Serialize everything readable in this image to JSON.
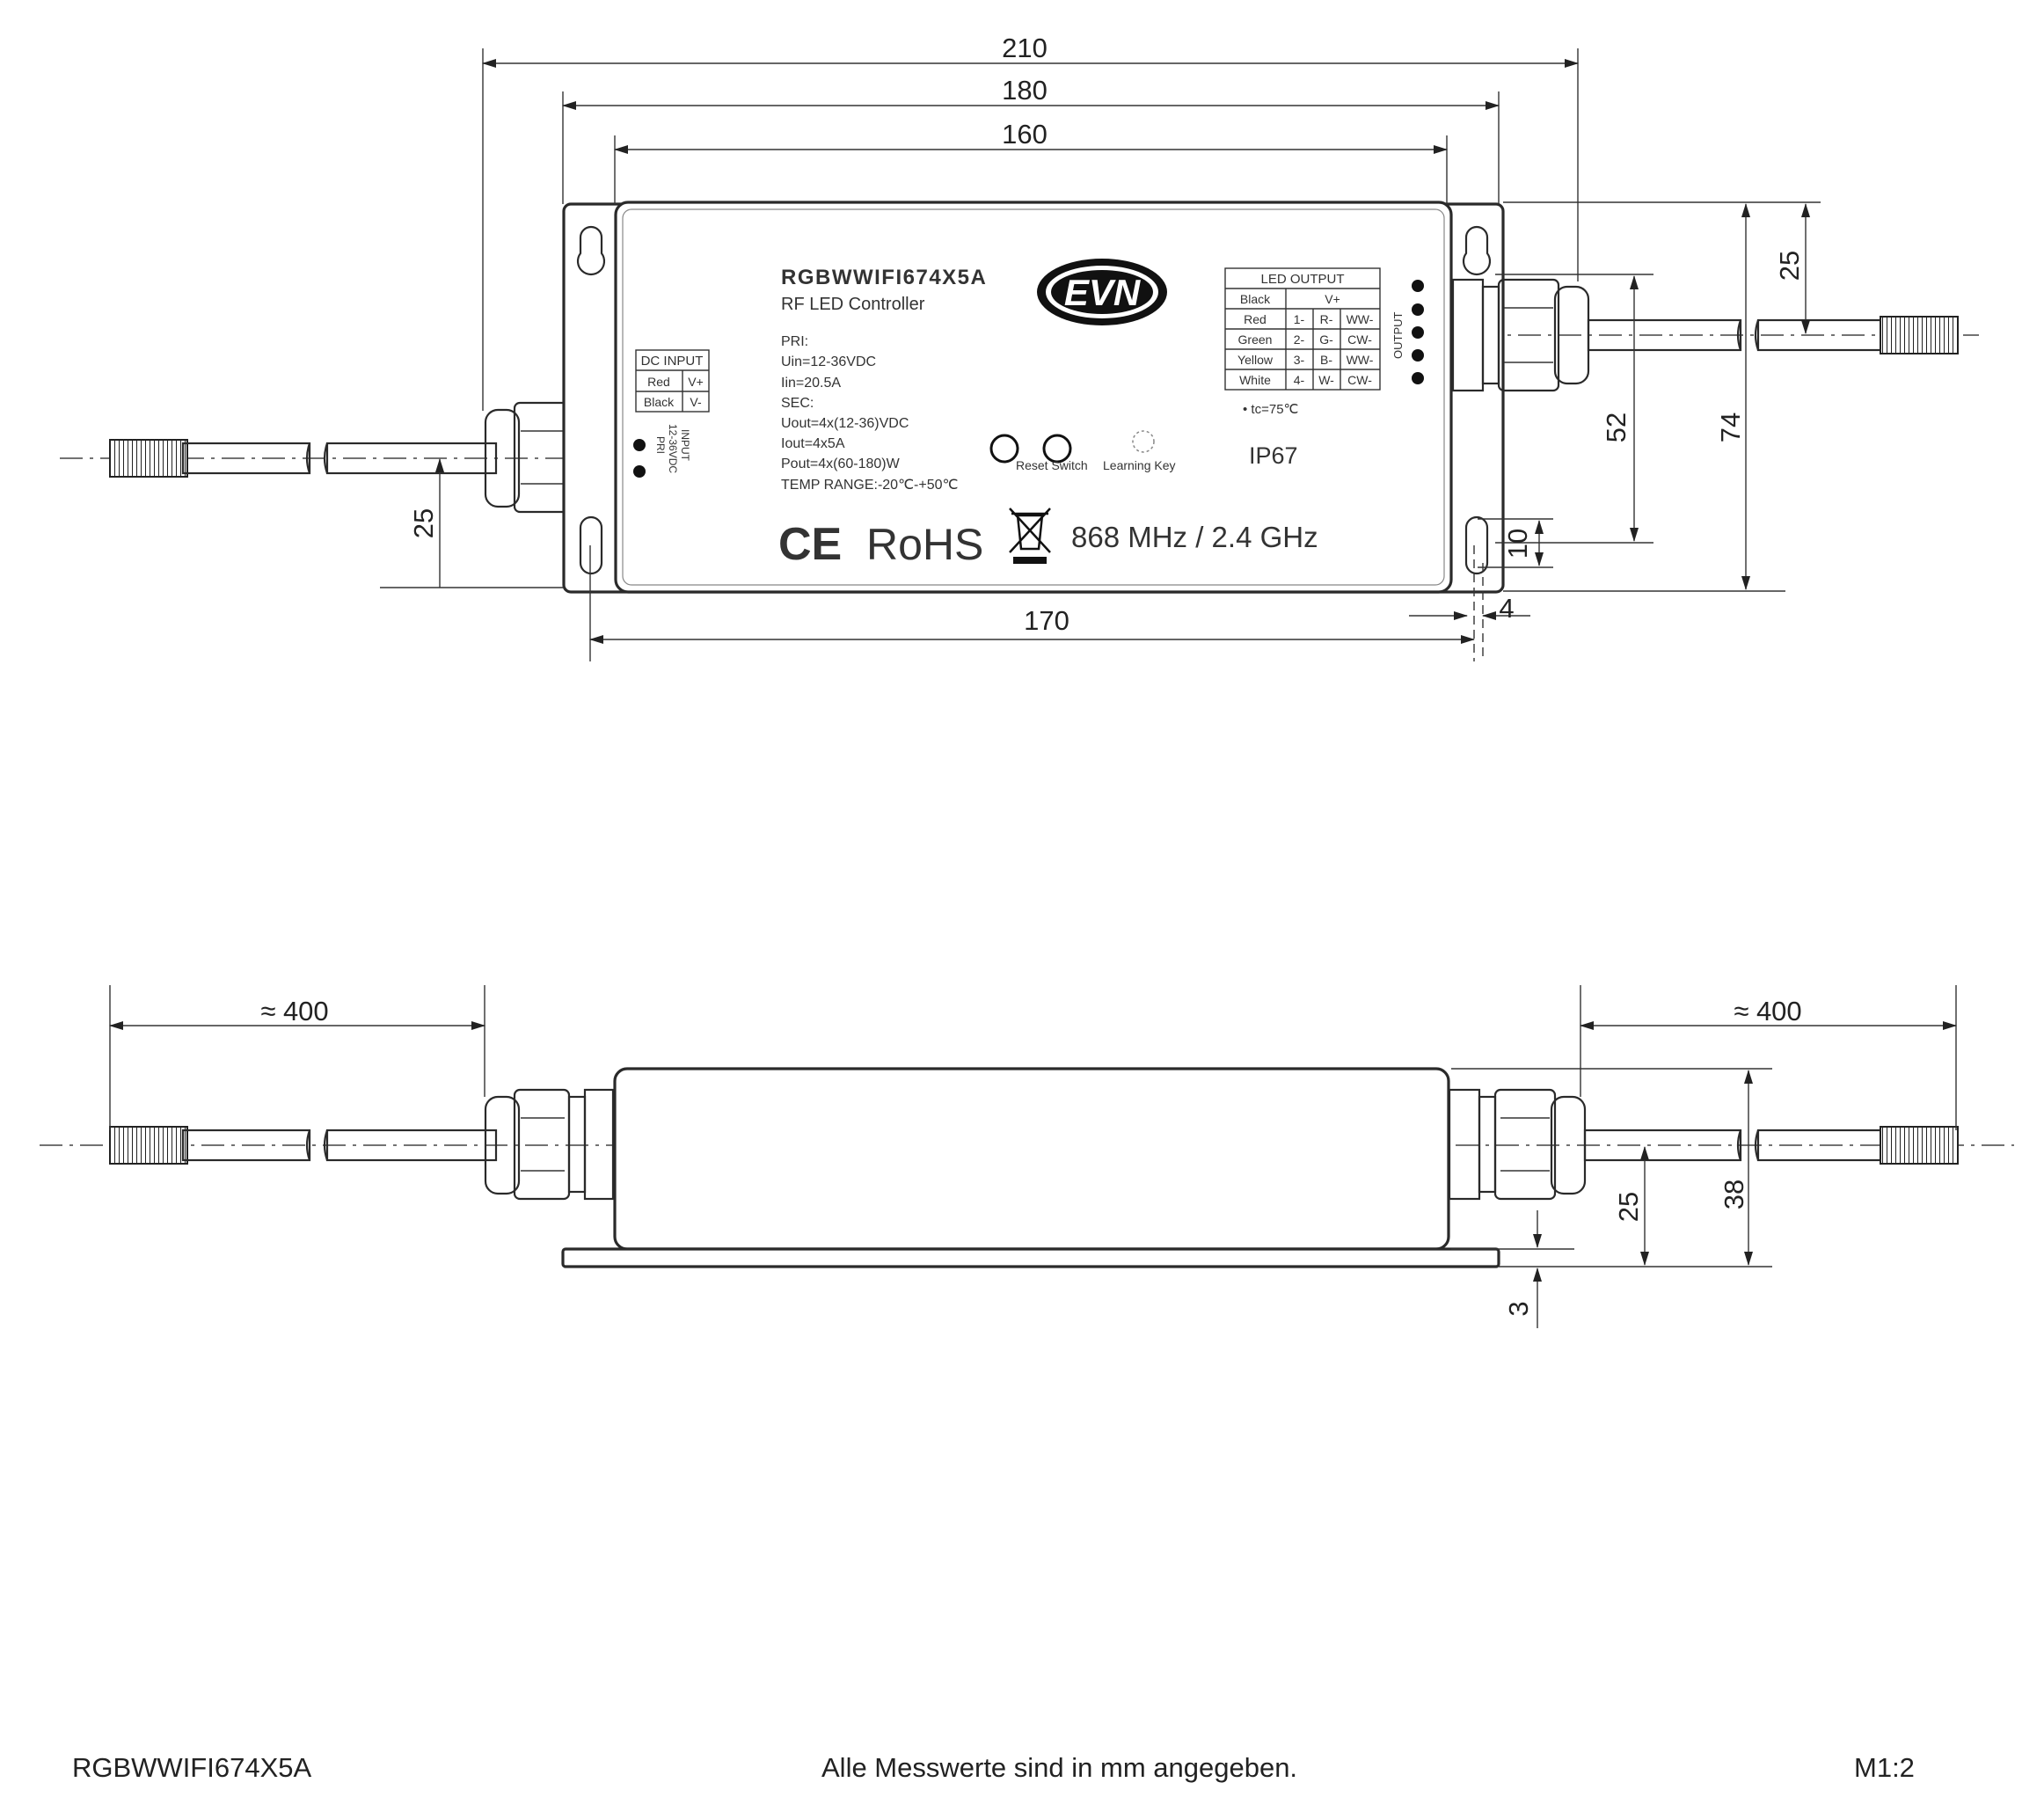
{
  "drawing": {
    "dimensions": {
      "d210": "210",
      "d180": "180",
      "d160": "160",
      "d170": "170",
      "d25_left": "25",
      "d25_right": "25",
      "d52": "52",
      "d74": "74",
      "d10": "10",
      "d4": "4",
      "d400_left": "≈ 400",
      "d400_right": "≈ 400",
      "d25_side": "25",
      "d38": "38",
      "d3": "3"
    },
    "label": {
      "model": "RGBWWIFI674X5A",
      "subtitle": "RF LED Controller",
      "specs": [
        "PRI:",
        "Uin=12-36VDC",
        "Iin=20.5A",
        "SEC:",
        "Uout=4x(12-36)VDC",
        "Iout=4x5A",
        "Pout=4x(60-180)W",
        "TEMP RANGE:-20℃-+50℃"
      ],
      "brand": "EVN",
      "dc_input": {
        "title": "DC INPUT",
        "rows": [
          [
            "Red",
            "V+"
          ],
          [
            "Black",
            "V-"
          ]
        ]
      },
      "input_side": [
        "INPUT",
        "12-36VDC",
        "PRI"
      ],
      "led_output": {
        "title": "LED OUTPUT",
        "header": [
          "Black",
          "V+"
        ],
        "rows": [
          [
            "Red",
            "1-",
            "R-",
            "WW-"
          ],
          [
            "Green",
            "2-",
            "G-",
            "CW-"
          ],
          [
            "Yellow",
            "3-",
            "B-",
            "WW-"
          ],
          [
            "White",
            "4-",
            "W-",
            "CW-"
          ]
        ]
      },
      "output_side": "OUTPUT",
      "tc": "• tc=75℃",
      "ip": "IP67",
      "reset": "Reset Switch",
      "learning": "Learning Key",
      "ce": "CE",
      "rohs": "RoHS",
      "freq": "868 MHz / 2.4 GHz"
    }
  },
  "footer": {
    "model": "RGBWWIFI674X5A",
    "note": "Alle Messwerte sind in mm angegeben.",
    "scale": "M1:2"
  }
}
